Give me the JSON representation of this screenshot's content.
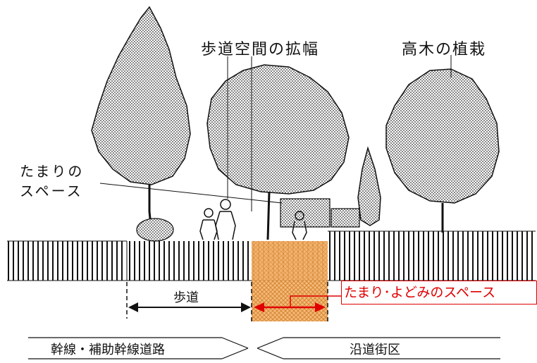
{
  "labels": {
    "sidewalk_widening": "歩道空間の拡幅",
    "tall_tree_planting": "高木の植栽",
    "tamari_line1": "たまりの",
    "tamari_line2": "スペース",
    "sidewalk": "歩道",
    "tamari_yodomi": "たまり･よどみのスペース",
    "arterial_road": "幹線・補助幹線道路",
    "roadside_block": "沿道街区"
  },
  "colors": {
    "highlight_fill": "#f4b26b",
    "highlight_border": "#d07a1c",
    "callout_text": "#e00000",
    "arrow_red": "#e00000",
    "ink": "#111111"
  },
  "icons": [
    "deciduous-tree-icon",
    "conifer-tree-icon",
    "pedestrian-icon",
    "bush-icon",
    "dimension-arrow-icon"
  ]
}
